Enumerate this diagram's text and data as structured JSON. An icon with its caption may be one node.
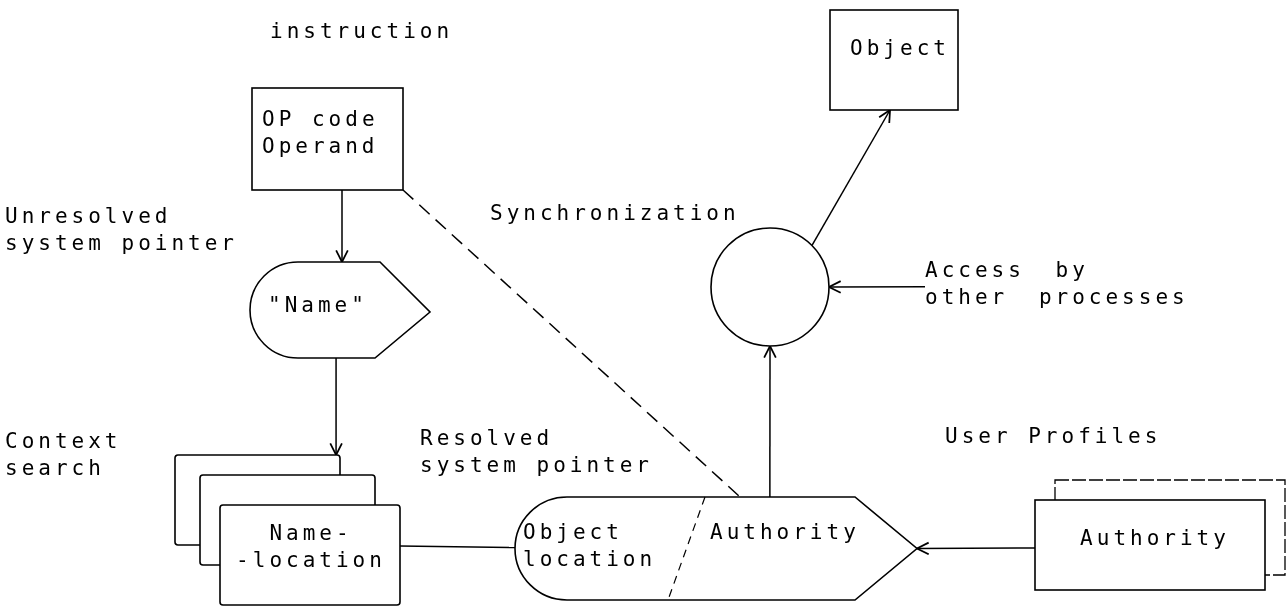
{
  "diagram": {
    "nodes": [
      {
        "text": [
          "OP code Operand"
        ],
        "beside": [
          "instruction"
        ]
      },
      {
        "text": [
          "\"Name\""
        ],
        "beside": [
          "Unresolved system pointer"
        ]
      },
      {
        "text": [
          "Name- -location"
        ],
        "beside": [
          "Context search"
        ]
      },
      {
        "text": [
          "Object location",
          "Authority"
        ],
        "beside": [
          "Resolved system pointer"
        ]
      },
      {
        "text": [],
        "shape": "circle",
        "beside": [
          "Synchronization"
        ]
      },
      {
        "text": [
          "Object"
        ]
      },
      {
        "text": [
          "Access by other processes"
        ]
      },
      {
        "text": [
          "Authority"
        ],
        "beside": [
          "User Profiles"
        ]
      }
    ],
    "edges": [
      {
        "from": 0,
        "to": 1,
        "arrow": "to"
      },
      {
        "from": 1,
        "to": 2,
        "arrow": "to"
      },
      {
        "from": 0,
        "to": 3,
        "arrow": "none",
        "style": "dashed"
      },
      {
        "from": 2,
        "to": 3,
        "arrow": "none"
      },
      {
        "from": 3,
        "to": 4,
        "arrow": "to"
      },
      {
        "from": 4,
        "to": 5,
        "arrow": "to"
      },
      {
        "from": 6,
        "to": 4,
        "arrow": "to"
      },
      {
        "from": 7,
        "to": 3,
        "arrow": "to"
      }
    ]
  }
}
